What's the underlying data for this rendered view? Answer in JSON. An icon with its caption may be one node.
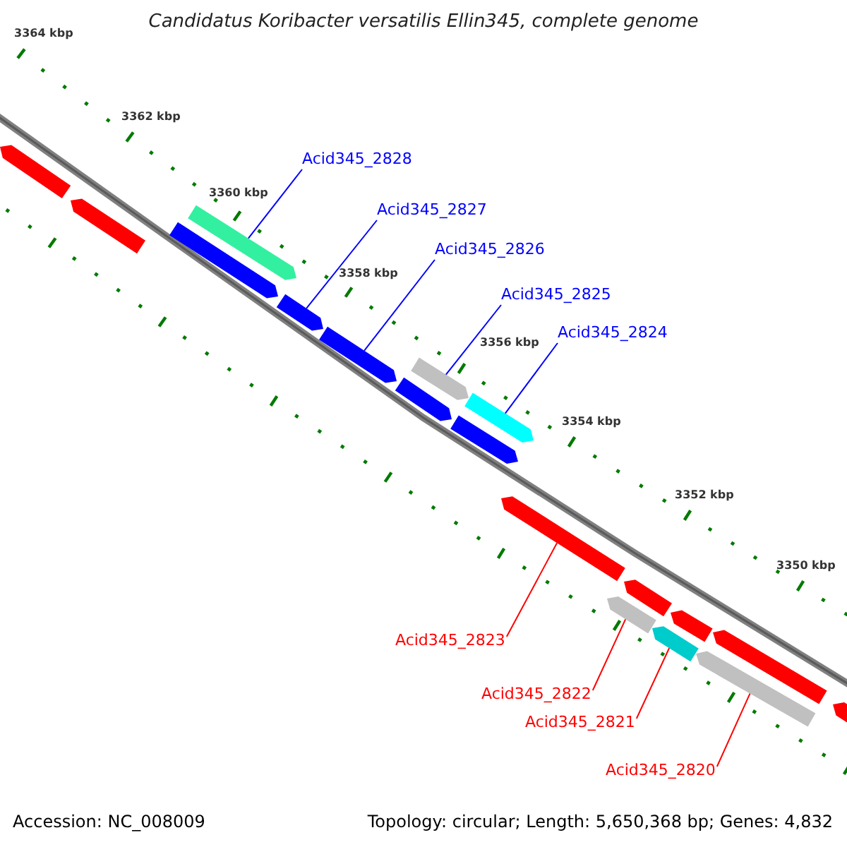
{
  "diagram": {
    "title": "Candidatus Koribacter versatilis Ellin345, complete genome",
    "nodes": [
      {
        "text": [
          "Acid345_2828"
        ]
      },
      {
        "text": [
          "Acid345_2827"
        ]
      },
      {
        "text": [
          "Acid345_2826"
        ]
      },
      {
        "text": [
          "Acid345_2825"
        ]
      },
      {
        "text": [
          "Acid345_2824"
        ]
      },
      {
        "text": [
          "Acid345_2823"
        ]
      },
      {
        "text": [
          "Acid345_2822"
        ]
      },
      {
        "text": [
          "Acid345_2821"
        ]
      },
      {
        "text": [
          "Acid345_2820"
        ]
      },
      {
        "text": [],
        "shape": "bar"
      },
      {
        "text": [],
        "shape": "bar"
      },
      {
        "text": [],
        "shape": "bar"
      },
      {
        "text": [],
        "shape": "bar"
      },
      {
        "text": [],
        "shape": "bar"
      },
      {
        "text": [],
        "shape": "bar"
      },
      {
        "text": [],
        "shape": "bar"
      },
      {
        "text": [],
        "shape": "bar"
      },
      {
        "text": [],
        "shape": "bar"
      },
      {
        "text": [],
        "shape": "bar"
      },
      {
        "text": [],
        "shape": "bar"
      },
      {
        "text": [],
        "shape": "bar"
      },
      {
        "text": [],
        "shape": "bar"
      },
      {
        "text": [],
        "shape": "bar"
      },
      {
        "text": [],
        "shape": "bar"
      },
      {
        "text": [],
        "shape": "bar"
      },
      {
        "text": [],
        "shape": "bar"
      },
      {
        "text": [],
        "shape": "bar"
      }
    ],
    "edges": [
      {
        "from": 0,
        "to": 12,
        "arrow": "none"
      },
      {
        "from": 1,
        "to": 13,
        "arrow": "none"
      },
      {
        "from": 2,
        "to": 14,
        "arrow": "none"
      },
      {
        "from": 3,
        "to": 16,
        "arrow": "none"
      },
      {
        "from": 4,
        "to": 18,
        "arrow": "none"
      },
      {
        "from": 5,
        "to": 19,
        "arrow": "none",
        "color": "#ff0000"
      },
      {
        "from": 6,
        "to": 20,
        "arrow": "none",
        "color": "#ff0000"
      },
      {
        "from": 7,
        "to": 22,
        "arrow": "none",
        "color": "#ff0000"
      },
      {
        "from": 8,
        "to": 24,
        "arrow": "none",
        "color": "#ff0000"
      }
    ],
    "labels": [
      "3364 kbp",
      "3362 kbp",
      "3360 kbp",
      "3358 kbp",
      "3356 kbp",
      "3354 kbp",
      "3352 kbp",
      "3350 kbp",
      "Accession: NC_008009",
      "Topology: circular; Length: 5,650,368 bp; Genes: 4,832"
    ]
  }
}
